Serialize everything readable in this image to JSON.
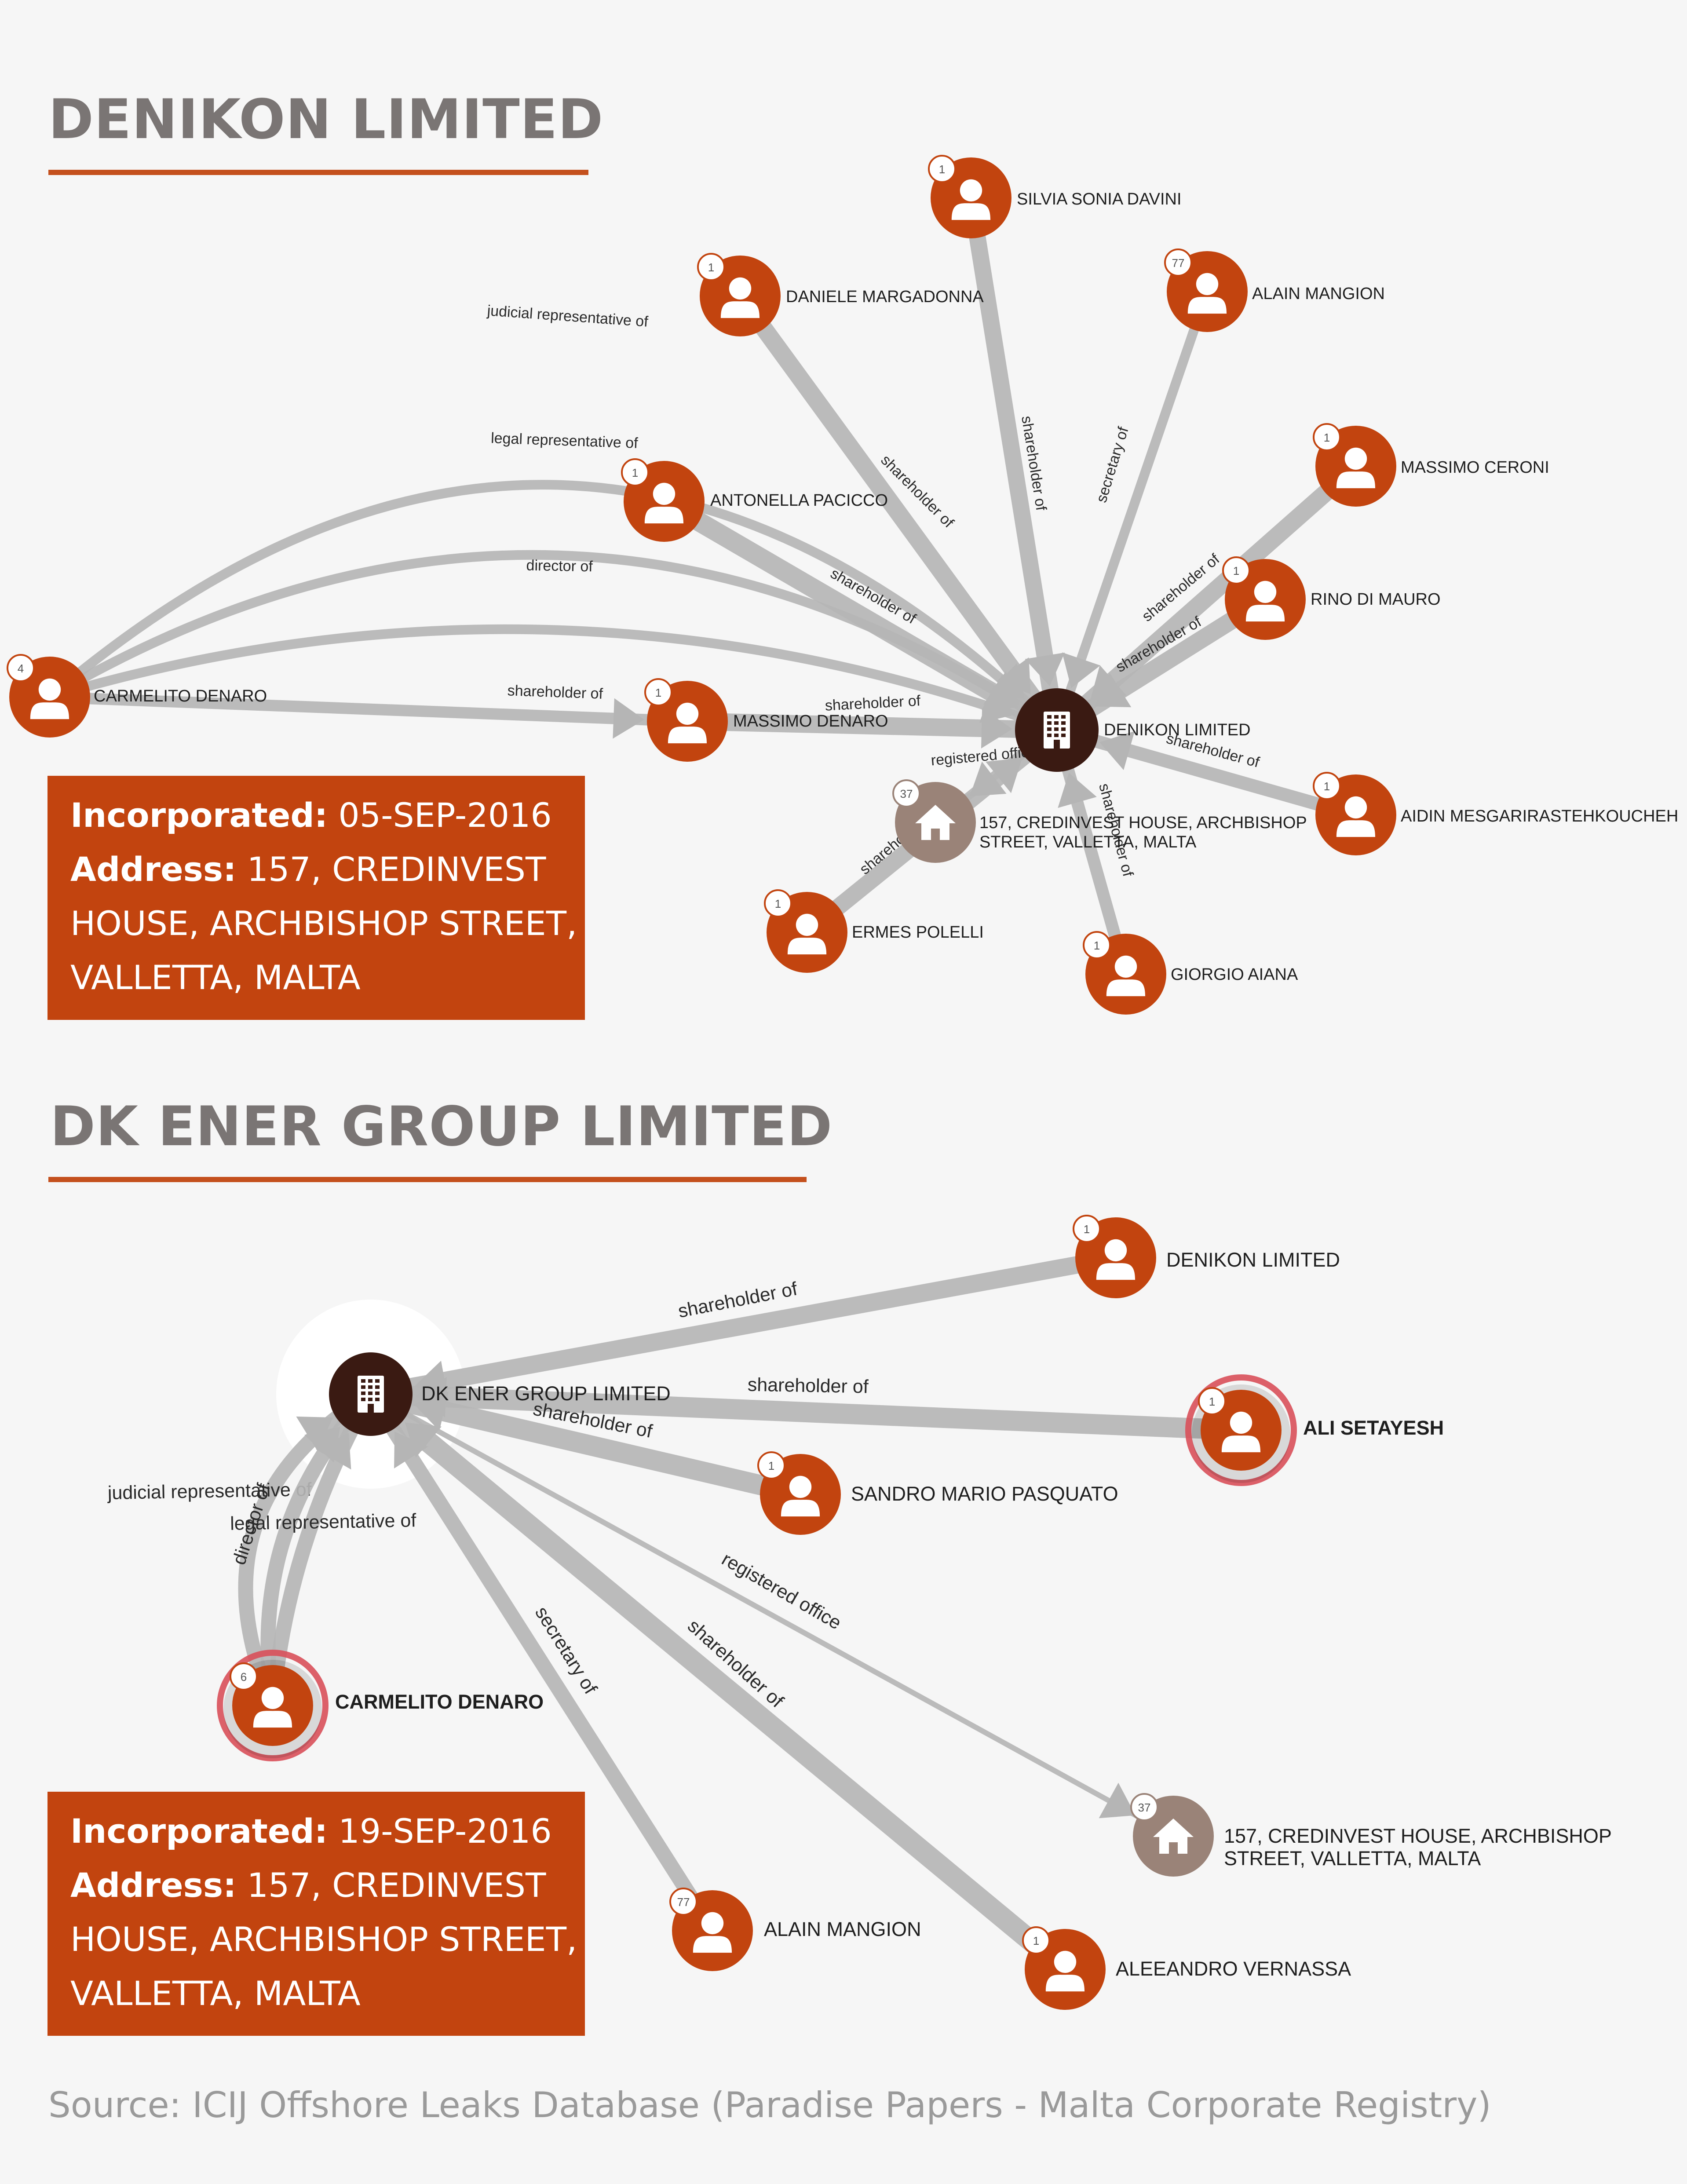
{
  "colors": {
    "person": "#c2440f",
    "company": "#3a1a12",
    "address": "#9a8378",
    "edge": "#b5b5b5",
    "heading": "#7a7574",
    "info_box": "#c2440f",
    "highlight_ring": "#d9505a"
  },
  "graphs": [
    {
      "title": "DENIKON LIMITED",
      "info": {
        "incorporated_label": "Incorporated:",
        "incorporated_value": "05-SEP-2016",
        "address_label": "Address:",
        "address_lines": [
          "157, CREDINVEST",
          "HOUSE, ARCHBISHOP STREET,",
          "VALLETTA, MALTA"
        ]
      },
      "nodes": [
        {
          "id": "denikon",
          "type": "company",
          "icon": "building-icon",
          "label": [
            "DENIKON LIMITED"
          ]
        },
        {
          "id": "davini",
          "type": "person",
          "icon": "person-icon",
          "badge": "1",
          "label": [
            "SILVIA SONIA DAVINI"
          ]
        },
        {
          "id": "margadonna",
          "type": "person",
          "icon": "person-icon",
          "badge": "1",
          "label": [
            "DANIELE MARGADONNA"
          ]
        },
        {
          "id": "mangion",
          "type": "person",
          "icon": "person-icon",
          "badge": "77",
          "label": [
            "ALAIN MANGION"
          ]
        },
        {
          "id": "ceroni",
          "type": "person",
          "icon": "person-icon",
          "badge": "1",
          "label": [
            "MASSIMO CERONI"
          ]
        },
        {
          "id": "pacicco",
          "type": "person",
          "icon": "person-icon",
          "badge": "1",
          "label": [
            "ANTONELLA PACICCO"
          ]
        },
        {
          "id": "dimauro",
          "type": "person",
          "icon": "person-icon",
          "badge": "1",
          "label": [
            "RINO DI MAURO"
          ]
        },
        {
          "id": "carmelito",
          "type": "person",
          "icon": "person-icon",
          "badge": "4",
          "label": [
            "CARMELITO DENARO"
          ]
        },
        {
          "id": "mdenaro",
          "type": "person",
          "icon": "person-icon",
          "badge": "1",
          "label": [
            "MASSIMO DENARO"
          ]
        },
        {
          "id": "address",
          "type": "address",
          "icon": "house-icon",
          "badge": "37",
          "label": [
            "157, CREDINVEST HOUSE, ARCHBISHOP",
            "STREET, VALLETTA, MALTA"
          ]
        },
        {
          "id": "mesgari",
          "type": "person",
          "icon": "person-icon",
          "badge": "1",
          "label": [
            "AIDIN MESGARIRASTEHKOUCHEH"
          ]
        },
        {
          "id": "polelli",
          "type": "person",
          "icon": "person-icon",
          "badge": "1",
          "label": [
            "ERMES POLELLI"
          ]
        },
        {
          "id": "aiana",
          "type": "person",
          "icon": "person-icon",
          "badge": "1",
          "label": [
            "GIORGIO AIANA"
          ]
        }
      ],
      "edges": [
        {
          "from": "carmelito",
          "to": "denikon",
          "label": "judicial representative of"
        },
        {
          "from": "carmelito",
          "to": "denikon",
          "label": "legal representative of"
        },
        {
          "from": "carmelito",
          "to": "denikon",
          "label": "director of"
        },
        {
          "from": "carmelito",
          "to": "mdenaro",
          "label": "shareholder of"
        },
        {
          "from": "mdenaro",
          "to": "denikon",
          "label": "shareholder of"
        },
        {
          "from": "margadonna",
          "to": "denikon",
          "label": "shareholder of"
        },
        {
          "from": "davini",
          "to": "denikon",
          "label": "shareholder of"
        },
        {
          "from": "mangion",
          "to": "denikon",
          "label": "secretary of"
        },
        {
          "from": "ceroni",
          "to": "denikon",
          "label": "shareholder of"
        },
        {
          "from": "dimauro",
          "to": "denikon",
          "label": "shareholder of"
        },
        {
          "from": "pacicco",
          "to": "denikon",
          "label": "shareholder of"
        },
        {
          "from": "mesgari",
          "to": "denikon",
          "label": "shareholder of"
        },
        {
          "from": "aiana",
          "to": "denikon",
          "label": "shareholder of"
        },
        {
          "from": "polelli",
          "to": "denikon",
          "label": "shareholder of"
        },
        {
          "from": "denikon",
          "to": "address",
          "label": "registered office"
        }
      ]
    },
    {
      "title": "DK ENER GROUP LIMITED",
      "info": {
        "incorporated_label": "Incorporated:",
        "incorporated_value": "19-SEP-2016",
        "address_label": "Address:",
        "address_lines": [
          "157, CREDINVEST",
          "HOUSE, ARCHBISHOP STREET,",
          "VALLETTA, MALTA"
        ]
      },
      "nodes": [
        {
          "id": "dkener",
          "type": "company",
          "icon": "building-icon",
          "label": [
            "DK ENER GROUP LIMITED"
          ]
        },
        {
          "id": "denikon2",
          "type": "person",
          "icon": "person-icon",
          "badge": "1",
          "label": [
            "DENIKON LIMITED"
          ]
        },
        {
          "id": "setayesh",
          "type": "person",
          "icon": "person-icon",
          "badge": "1",
          "label": [
            "ALI SETAYESH"
          ],
          "highlight": true
        },
        {
          "id": "pasquato",
          "type": "person",
          "icon": "person-icon",
          "badge": "1",
          "label": [
            "SANDRO MARIO PASQUATO"
          ]
        },
        {
          "id": "carmelito2",
          "type": "person",
          "icon": "person-icon",
          "badge": "6",
          "label": [
            "CARMELITO DENARO"
          ],
          "highlight": true
        },
        {
          "id": "address2",
          "type": "address",
          "icon": "house-icon",
          "badge": "37",
          "label": [
            "157, CREDINVEST HOUSE, ARCHBISHOP",
            "STREET, VALLETTA, MALTA"
          ]
        },
        {
          "id": "mangion2",
          "type": "person",
          "icon": "person-icon",
          "badge": "77",
          "label": [
            "ALAIN MANGION"
          ]
        },
        {
          "id": "vernassa",
          "type": "person",
          "icon": "person-icon",
          "badge": "1",
          "label": [
            "ALEEANDRO VERNASSA"
          ]
        }
      ],
      "edges": [
        {
          "from": "denikon2",
          "to": "dkener",
          "label": "shareholder of"
        },
        {
          "from": "setayesh",
          "to": "dkener",
          "label": "shareholder of"
        },
        {
          "from": "pasquato",
          "to": "dkener",
          "label": "shareholder of"
        },
        {
          "from": "carmelito2",
          "to": "dkener",
          "label": "judicial representative of"
        },
        {
          "from": "carmelito2",
          "to": "dkener",
          "label": "director of"
        },
        {
          "from": "carmelito2",
          "to": "dkener",
          "label": "legal representative of"
        },
        {
          "from": "dkener",
          "to": "address2",
          "label": "registered office"
        },
        {
          "from": "vernassa",
          "to": "dkener",
          "label": "shareholder of"
        },
        {
          "from": "mangion2",
          "to": "dkener",
          "label": "secretary of"
        }
      ]
    }
  ],
  "source": "Source: ICIJ Offshore Leaks Database (Paradise Papers - Malta Corporate Registry)"
}
